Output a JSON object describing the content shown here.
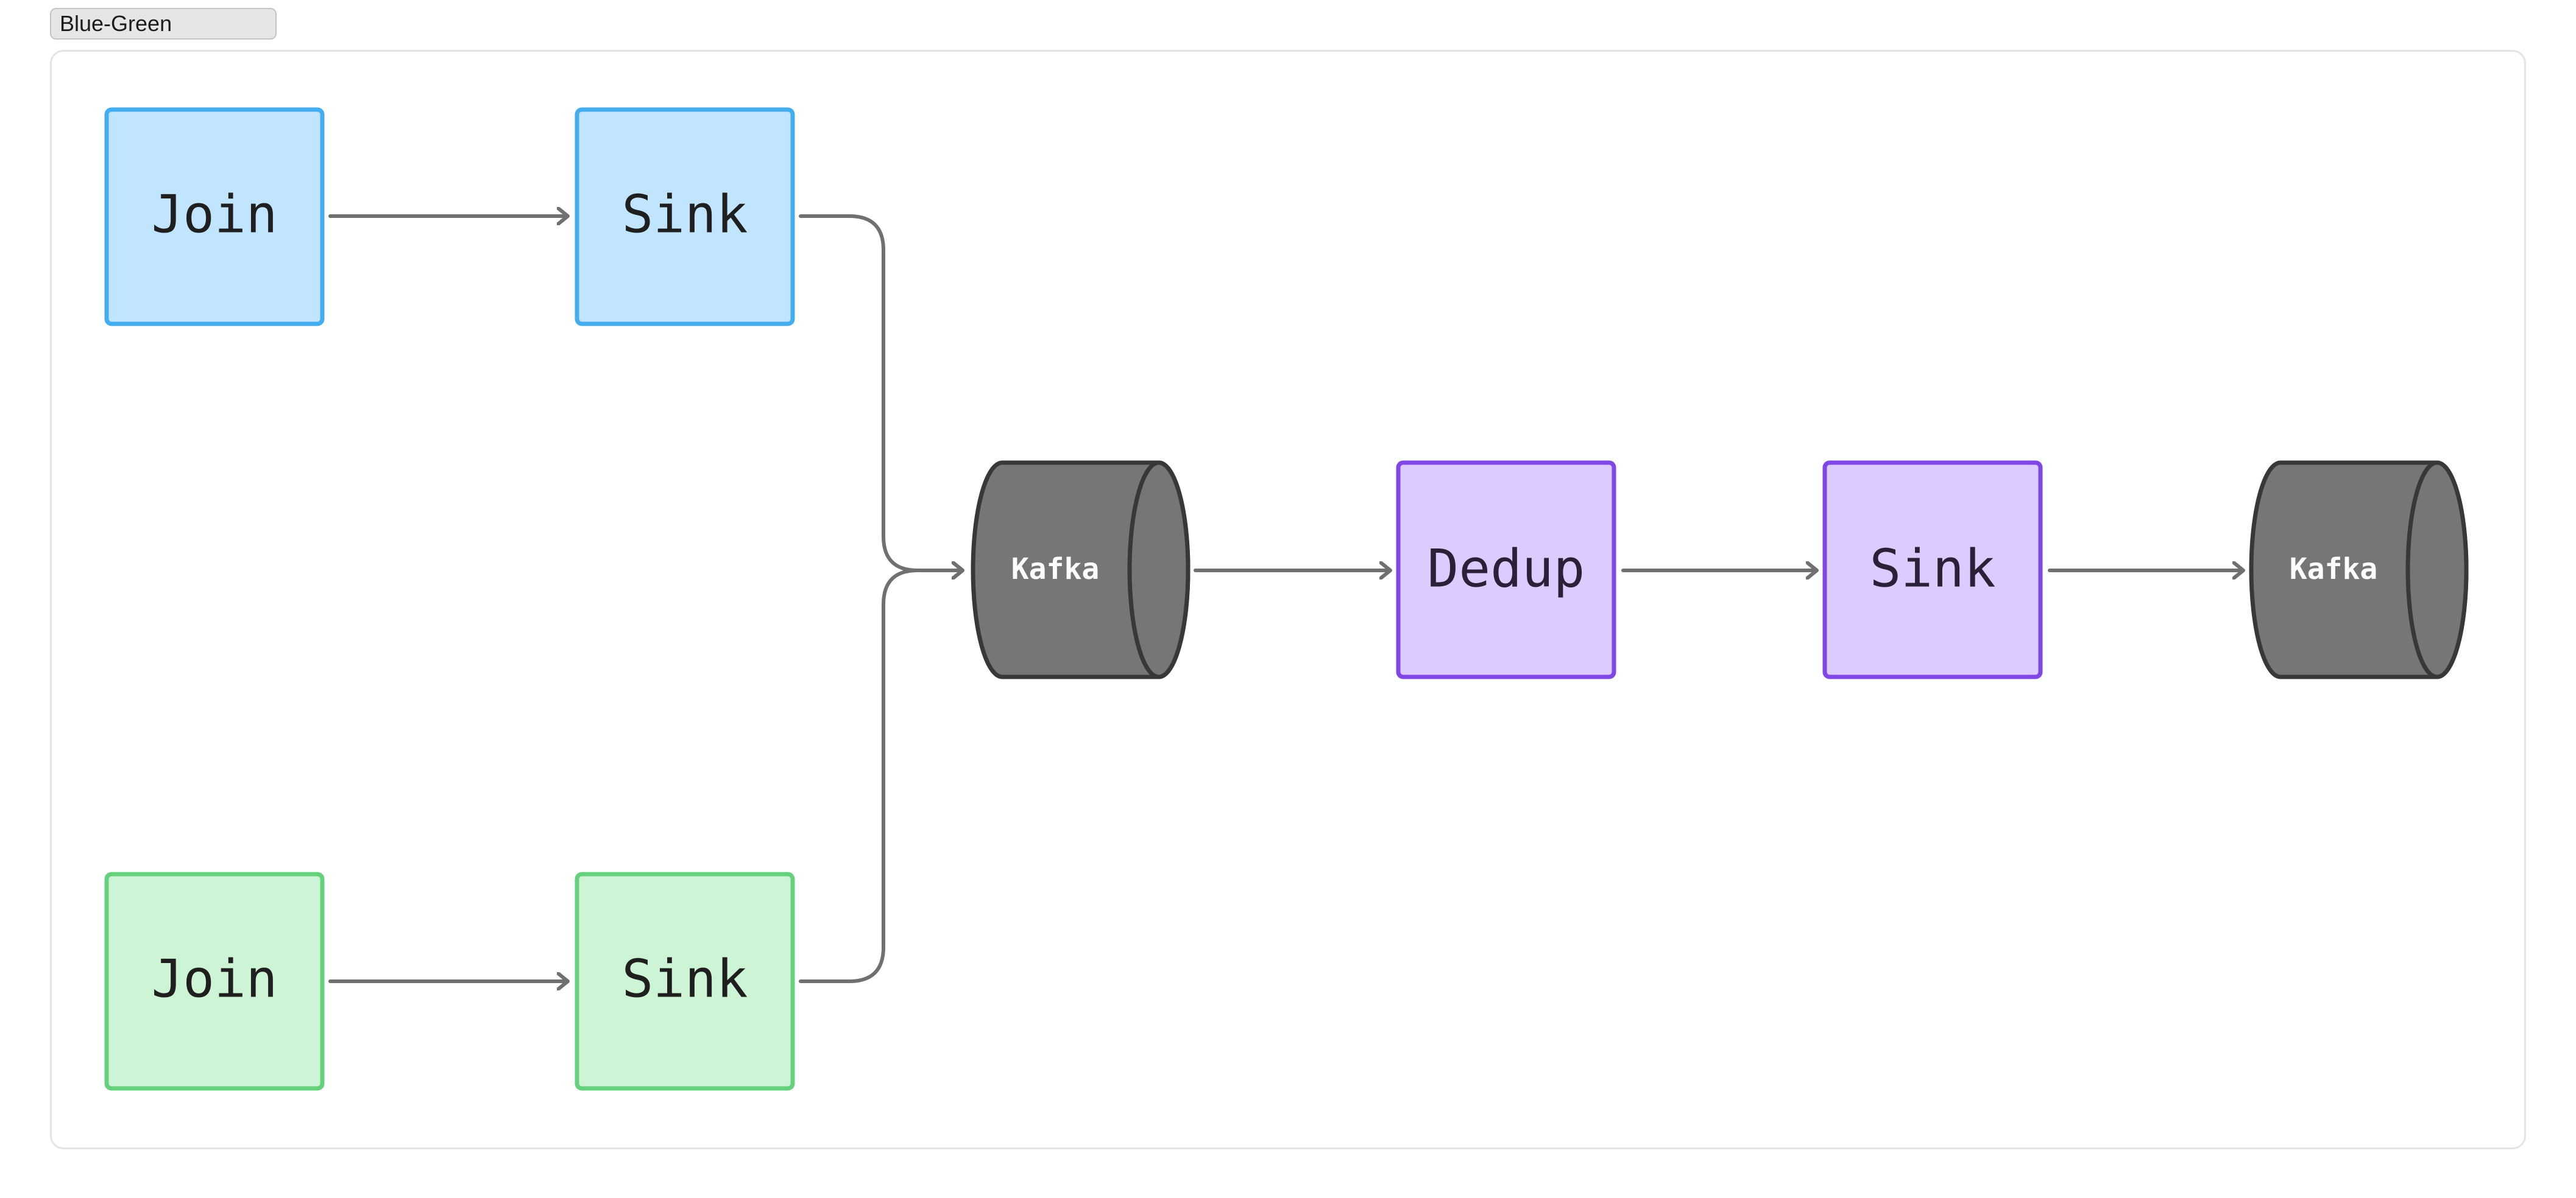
{
  "tab": {
    "label": "Blue-Green"
  },
  "nodes": {
    "blue_join": "Join",
    "blue_sink": "Sink",
    "green_join": "Join",
    "green_sink": "Sink",
    "kafka_in": "Kafka",
    "dedup": "Dedup",
    "purple_sink": "Sink",
    "kafka_out": "Kafka"
  },
  "colors": {
    "blue_fill": "#c2e5ff",
    "blue_stroke": "#44adef",
    "green_fill": "#cdf4d5",
    "green_stroke": "#66d17c",
    "purple_fill": "#dccbff",
    "purple_stroke": "#8047e6",
    "kafka_fill": "#767676",
    "kafka_stroke": "#383838",
    "edge": "#707070"
  }
}
